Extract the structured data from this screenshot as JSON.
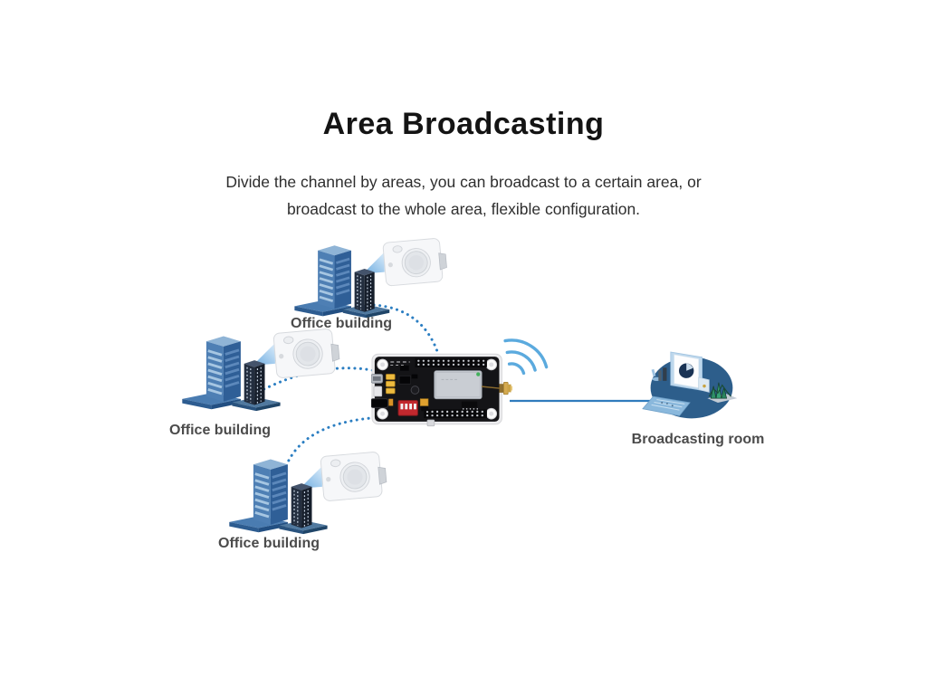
{
  "page": {
    "title": "Area Broadcasting",
    "subtitle_line1": "Divide the channel by areas, you can broadcast to a certain area, or",
    "subtitle_line2": "broadcast to the whole area, flexible configuration."
  },
  "diagram": {
    "buildings": [
      {
        "label": "Office building"
      },
      {
        "label": "Office building"
      },
      {
        "label": "Office building"
      }
    ],
    "broadcast_room": {
      "label": "Broadcasting room"
    },
    "icons": {
      "office_building": "isometric-blue-building",
      "wall_speaker": "white-wall-mount-speaker",
      "sound_beam": "blue-projection-beam",
      "broadcast_module": "black-pcb-circuit-board-with-antenna",
      "wifi_signal": "wifi-arcs",
      "broadcasting_room": "laptop-on-blue-ellipse-with-charts",
      "link_dotted": "dotted-curve-connector",
      "link_solid": "solid-line-connector"
    }
  },
  "colors": {
    "dotted_link": "#2b7ec2",
    "solid_link": "#2f7bbd",
    "wifi_arc": "#5baade",
    "building_blue": "#4e7fb4",
    "room_ellipse": "#2d5e8b",
    "pcb_black": "#141417",
    "dip_switch_red": "#c2282e",
    "antenna_gold": "#d4a94f",
    "title_text": "#141414",
    "body_text": "#2e2e2e",
    "label_text": "#4b4b4b"
  }
}
